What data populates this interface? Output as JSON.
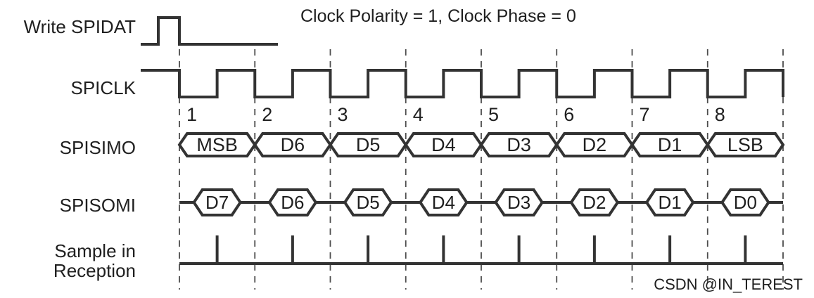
{
  "title": "Clock Polarity = 1, Clock Phase = 0",
  "watermark": "CSDN @IN_TEREST",
  "signals": {
    "write_spidat": "Write SPIDAT",
    "spiclk": "SPICLK",
    "spisimo": "SPISIMO",
    "spisomi": "SPISOMI",
    "sample_line1": "Sample in",
    "sample_line2": "Reception"
  },
  "clock_cycle_numbers": [
    "1",
    "2",
    "3",
    "4",
    "5",
    "6",
    "7",
    "8"
  ],
  "spisimo_bits": [
    "MSB",
    "D6",
    "D5",
    "D4",
    "D3",
    "D2",
    "D1",
    "LSB"
  ],
  "spisomi_bits": [
    "D7",
    "D6",
    "D5",
    "D4",
    "D3",
    "D2",
    "D1",
    "D0"
  ],
  "colors": {
    "waveform": "#333333",
    "dashed_guide": "#4d4d4d",
    "text": "#1f1f1f",
    "watermark": "#cacaca",
    "background": "#ffffff"
  }
}
